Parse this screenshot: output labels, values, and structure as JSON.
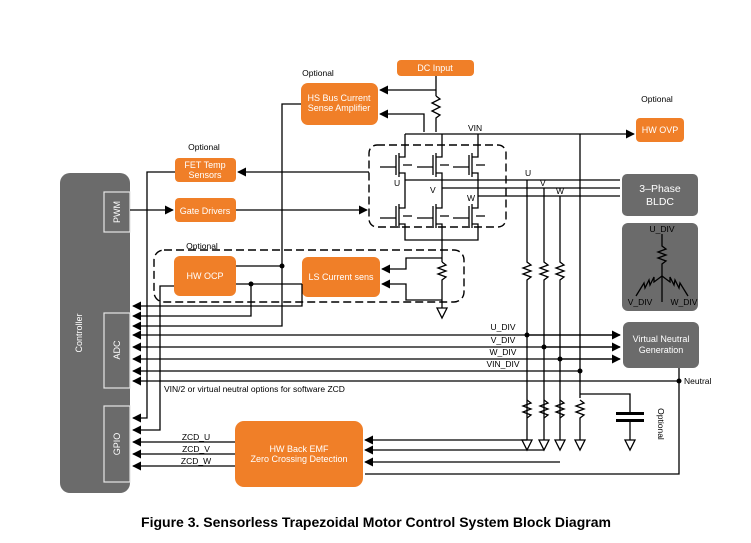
{
  "figure": {
    "caption": "Figure 3. Sensorless Trapezoidal Motor Control System Block Diagram"
  },
  "colors": {
    "optional_block": "#f07f28",
    "core_block": "#6b6b6b",
    "wire": "#000000"
  },
  "blocks": {
    "dc_input": "DC Input",
    "hs_bus_line1": "HS Bus Current",
    "hs_bus_line2": "Sense Amplifier",
    "hw_ovp": "HW OVP",
    "fet_temp_line1": "FET Temp",
    "fet_temp_line2": "Sensors",
    "gate_drivers": "Gate Drivers",
    "bldc_line1": "3–Phase",
    "bldc_line2": "BLDC",
    "hw_ocp": "HW OCP",
    "ls_current": "LS Current sens",
    "virtual_neutral_line1": "Virtual Neutral",
    "virtual_neutral_line2": "Generation",
    "bemf_line1": "HW Back EMF",
    "bemf_line2": "Zero Crossing Detection",
    "controller": "Controller",
    "pwm": "PWM",
    "adc": "ADC",
    "gpio": "GPIO"
  },
  "labels": {
    "optional_hs": "Optional",
    "optional_ovp": "Optional",
    "optional_fet": "Optional",
    "optional_ocp_group": "Optional",
    "optional_cap": "Optional",
    "vin": "VIN",
    "phase_u_bridge": "U",
    "phase_v_bridge": "V",
    "phase_w_bridge": "W",
    "phase_u_out": "U",
    "phase_v_out": "V",
    "phase_w_out": "W",
    "u_div": "U_DIV",
    "v_div": "V_DIV",
    "w_div": "W_DIV",
    "vin_div": "VIN_DIV",
    "neutral": "Neutral",
    "zcd_note": "VIN/2 or virtual neutral options for software  ZCD",
    "zcd_u": "ZCD_U",
    "zcd_v": "ZCD_V",
    "zcd_w": "ZCD_W",
    "star_u": "U_DIV",
    "star_v": "V_DIV",
    "star_w": "W_DIV"
  }
}
